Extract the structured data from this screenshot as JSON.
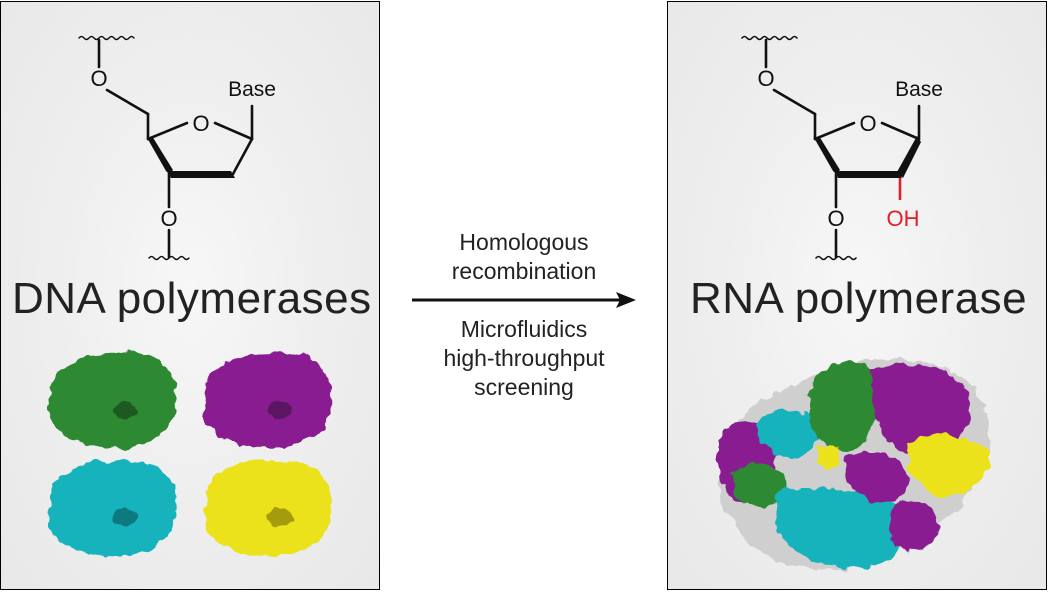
{
  "left": {
    "title": "DNA polymerases",
    "structure": {
      "oxygen_ring": "O",
      "oxygen_5": "O",
      "oxygen_3": "O",
      "base": "Base"
    },
    "protein_colors": [
      "#2f8a33",
      "#8a1f92",
      "#19b3bd",
      "#ece21f"
    ]
  },
  "right": {
    "title": "RNA polymerase",
    "structure": {
      "oxygen_ring": "O",
      "oxygen_5": "O",
      "oxygen_3": "O",
      "base": "Base",
      "hydroxyl": "OH"
    },
    "hydroxyl_color": "#e31e2c",
    "complex_colors": [
      "#2f8a33",
      "#8a1f92",
      "#19b3bd",
      "#ece21f",
      "#cfcfcf"
    ]
  },
  "arrow": {
    "label_top": [
      "Homologous",
      "recombination"
    ],
    "label_bottom": [
      "Microfluidics",
      "high-throughput",
      "screening"
    ]
  }
}
